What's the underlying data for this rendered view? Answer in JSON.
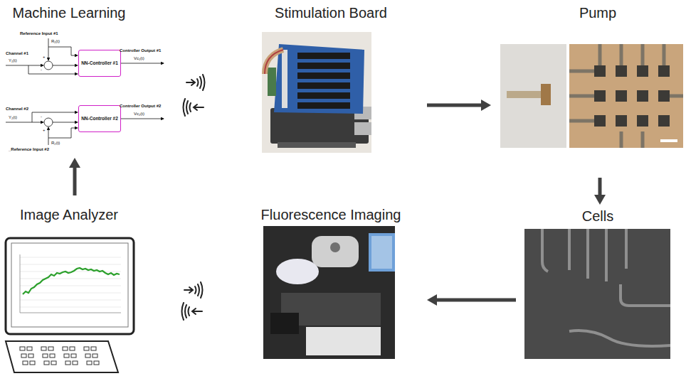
{
  "diagram": {
    "nodes": [
      {
        "text": [
          "Machine Learning"
        ]
      },
      {
        "text": [
          "NN-Controller #1"
        ],
        "in": 0
      },
      {
        "text": [
          "NN-Controller #2"
        ],
        "in": 0
      },
      {
        "text": [
          "Stimulation Board"
        ]
      },
      {
        "text": [
          "Pump"
        ]
      },
      {
        "text": [
          "Image Analyzer"
        ]
      },
      {
        "text": [
          "Fluorescence Imaging"
        ]
      },
      {
        "text": [
          "Cells"
        ]
      }
    ],
    "edges": [
      {
        "from": 3,
        "to": 4,
        "arrow": "to"
      },
      {
        "from": 4,
        "to": 7,
        "arrow": "to"
      },
      {
        "from": 7,
        "to": 6,
        "arrow": "to"
      },
      {
        "from": 5,
        "to": 0,
        "arrow": "to"
      }
    ],
    "labels": [
      "Reference Input #1",
      "R₁(t)",
      "+",
      "-",
      "Channel #1",
      "Y₁(t)",
      "Controller Output #1",
      "Vc₁(t)",
      "Channel #2",
      "Y₂(t)",
      "+",
      "-",
      "Controller Output #2",
      "Vc₂(t)",
      "R₂(t)",
      "_Reference Input #2"
    ]
  }
}
